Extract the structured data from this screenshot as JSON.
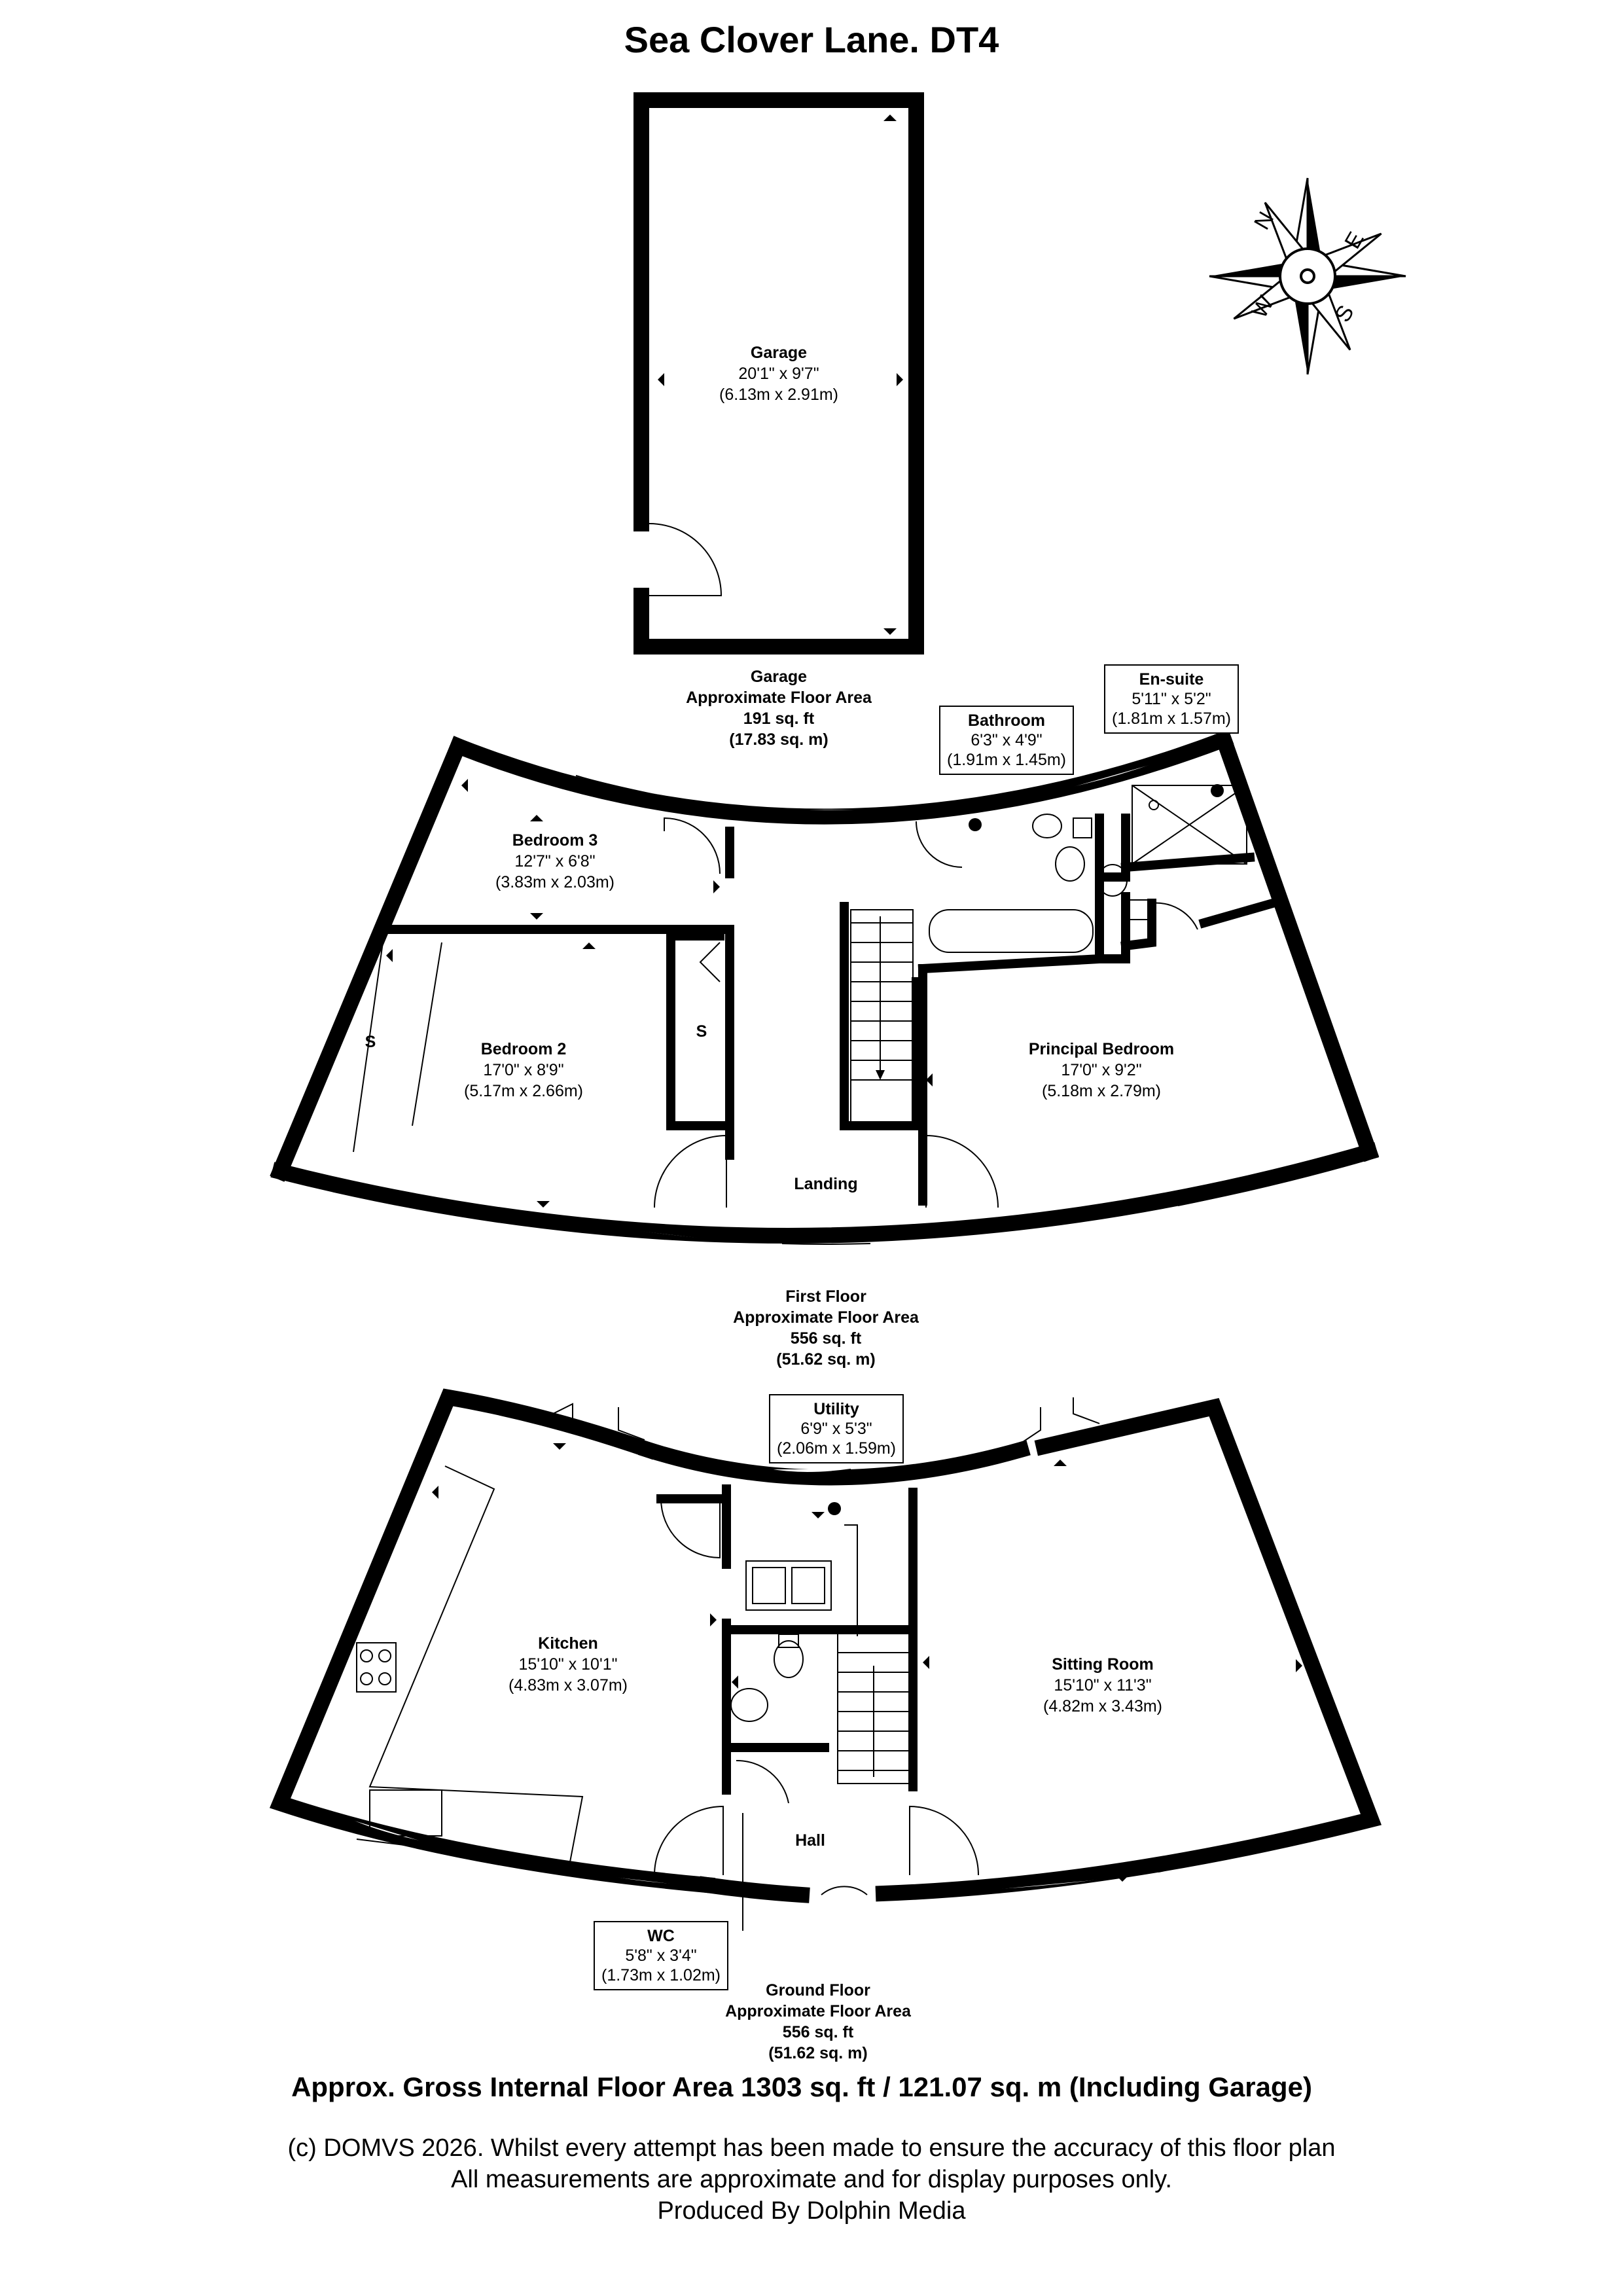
{
  "title": "Sea Clover Lane. DT4",
  "compass": {
    "n": "N",
    "e": "E",
    "s": "S",
    "w": "W"
  },
  "garage_floor": {
    "rooms": [
      {
        "name": "Garage",
        "imperial": "20'1\" x 9'7\"",
        "metric": "(6.13m x 2.91m)"
      }
    ],
    "area": {
      "label": "Garage",
      "sub": "Approximate Floor Area",
      "sqft": "191 sq. ft",
      "sqm": "(17.83 sq. m)"
    }
  },
  "first_floor": {
    "rooms": [
      {
        "name": "Bedroom 3",
        "imperial": "12'7\" x 6'8\"",
        "metric": "(3.83m x 2.03m)"
      },
      {
        "name": "Bedroom 2",
        "imperial": "17'0\" x 8'9\"",
        "metric": "(5.17m x 2.66m)"
      },
      {
        "name": "Principal Bedroom",
        "imperial": "17'0\" x 9'2\"",
        "metric": "(5.18m x 2.79m)"
      },
      {
        "name": "Bathroom",
        "imperial": "6'3\" x 4'9\"",
        "metric": "(1.91m x 1.45m)"
      },
      {
        "name": "En-suite",
        "imperial": "5'11\" x 5'2\"",
        "metric": "(1.81m x 1.57m)"
      },
      {
        "name": "Landing"
      }
    ],
    "storage_label": "S",
    "area": {
      "label": "First Floor",
      "sub": "Approximate Floor Area",
      "sqft": "556 sq. ft",
      "sqm": "(51.62 sq. m)"
    }
  },
  "ground_floor": {
    "rooms": [
      {
        "name": "Kitchen",
        "imperial": "15'10\" x 10'1\"",
        "metric": "(4.83m x 3.07m)"
      },
      {
        "name": "Sitting Room",
        "imperial": "15'10\" x 11'3\"",
        "metric": "(4.82m x 3.43m)"
      },
      {
        "name": "Utility",
        "imperial": "6'9\" x 5'3\"",
        "metric": "(2.06m x 1.59m)"
      },
      {
        "name": "WC",
        "imperial": "5'8\" x 3'4\"",
        "metric": "(1.73m x 1.02m)"
      },
      {
        "name": "Hall"
      }
    ],
    "area": {
      "label": "Ground Floor",
      "sub": "Approximate Floor Area",
      "sqft": "556 sq. ft",
      "sqm": "(51.62 sq. m)"
    }
  },
  "gross_area": "Approx. Gross Internal Floor Area 1303 sq. ft / 121.07 sq. m (Including Garage)",
  "footer": {
    "line1": "(c) DOMVS 2026. Whilst every attempt has been made to ensure the accuracy of this floor plan",
    "line2": "All measurements are approximate and for display purposes only.",
    "line3": "Produced By Dolphin Media"
  },
  "colors": {
    "wall": "#000000",
    "background": "#ffffff"
  }
}
